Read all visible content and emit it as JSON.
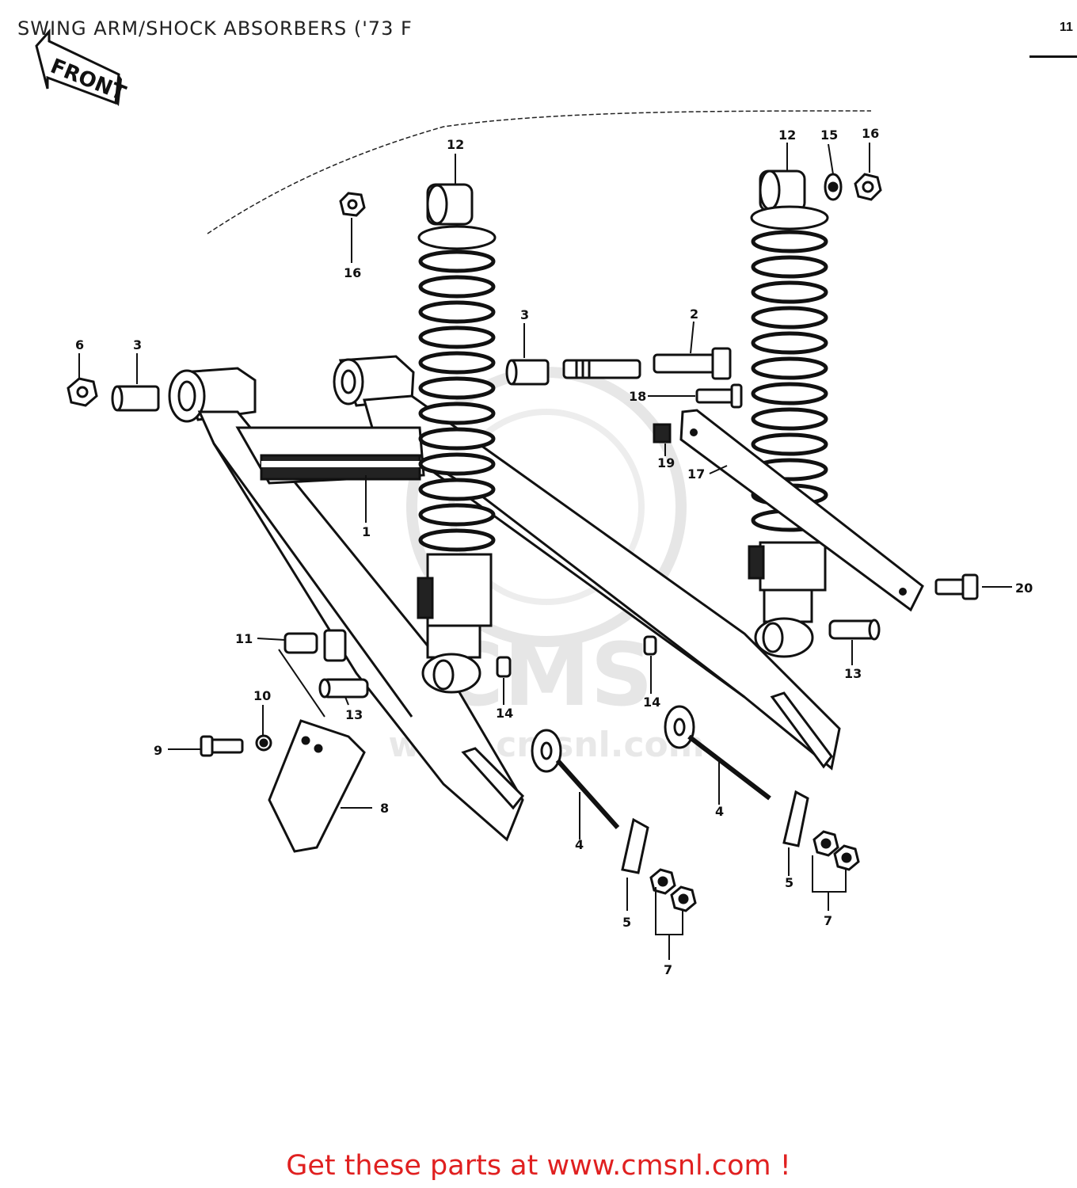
{
  "title": "SWING ARM/SHOCK ABSORBERS ('73 F",
  "corner_mark": "11",
  "front_label": "FRONT",
  "watermark": {
    "logo_text": "CMS",
    "url_text": "www.cmsnl.com"
  },
  "callouts": {
    "c1": "1",
    "c2": "2",
    "c3a": "3",
    "c3b": "3",
    "c4a": "4",
    "c4b": "4",
    "c5a": "5",
    "c5b": "5",
    "c6": "6",
    "c7a": "7",
    "c7b": "7",
    "c8": "8",
    "c9": "9",
    "c10": "10",
    "c11": "11",
    "c12a": "12",
    "c12b": "12",
    "c13a": "13",
    "c13b": "13",
    "c14a": "14",
    "c14b": "14",
    "c15": "15",
    "c16a": "16",
    "c16b": "16",
    "c17": "17",
    "c18": "18",
    "c19": "19",
    "c20": "20"
  },
  "cta": "Get these parts at www.cmsnl.com !",
  "colors": {
    "ink": "#111111",
    "cta": "#e02020",
    "watermark": "#e4e4e4"
  }
}
